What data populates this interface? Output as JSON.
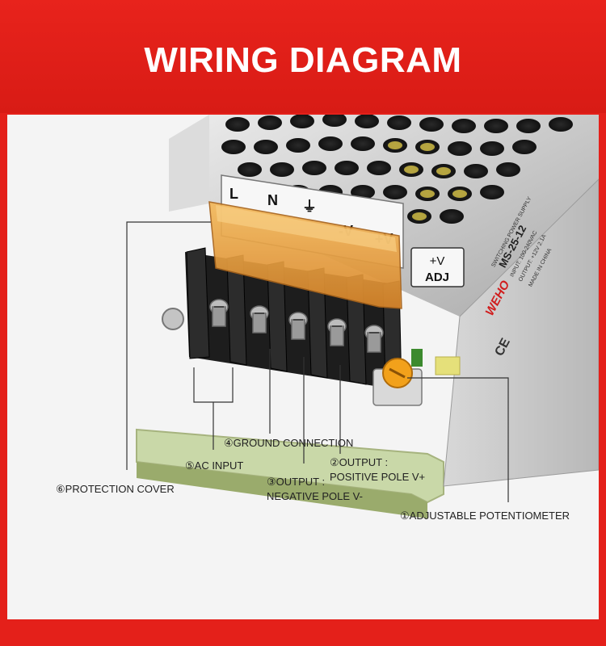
{
  "header": {
    "title": "WIRING DIAGRAM"
  },
  "device": {
    "terminal_labels": [
      "L",
      "N",
      "⏚",
      "-V",
      "+V"
    ],
    "adj_label_top": "+V",
    "adj_label_bottom": "ADJ",
    "brand": "WEHO",
    "model": "MS-25-12",
    "product_type": "SWITCHING POWER SUPPLY",
    "input_spec": "INPUT: 100-240VAC",
    "output_spec": "OUTPUT: +12V 2.1A",
    "origin": "MADE IN CHINA",
    "cert_mark": "CE"
  },
  "callouts": {
    "potentiometer": "①ADJUSTABLE POTENTIOMETER",
    "positive_line1": "②OUTPUT :",
    "positive_line2": "POSITIVE POLE V+",
    "negative_line1": "③OUTPUT :",
    "negative_line2": "NEGATIVE POLE V-",
    "ground": "④GROUND CONNECTION",
    "ac_input": "⑤AC INPUT",
    "protection_cover": "⑥PROTECTION COVER"
  },
  "colors": {
    "header_red": "#e4201a",
    "cover_amber": "#e8a33a",
    "terminal_black": "#1d1d1d",
    "pcb_green": "#c9d8a8"
  }
}
